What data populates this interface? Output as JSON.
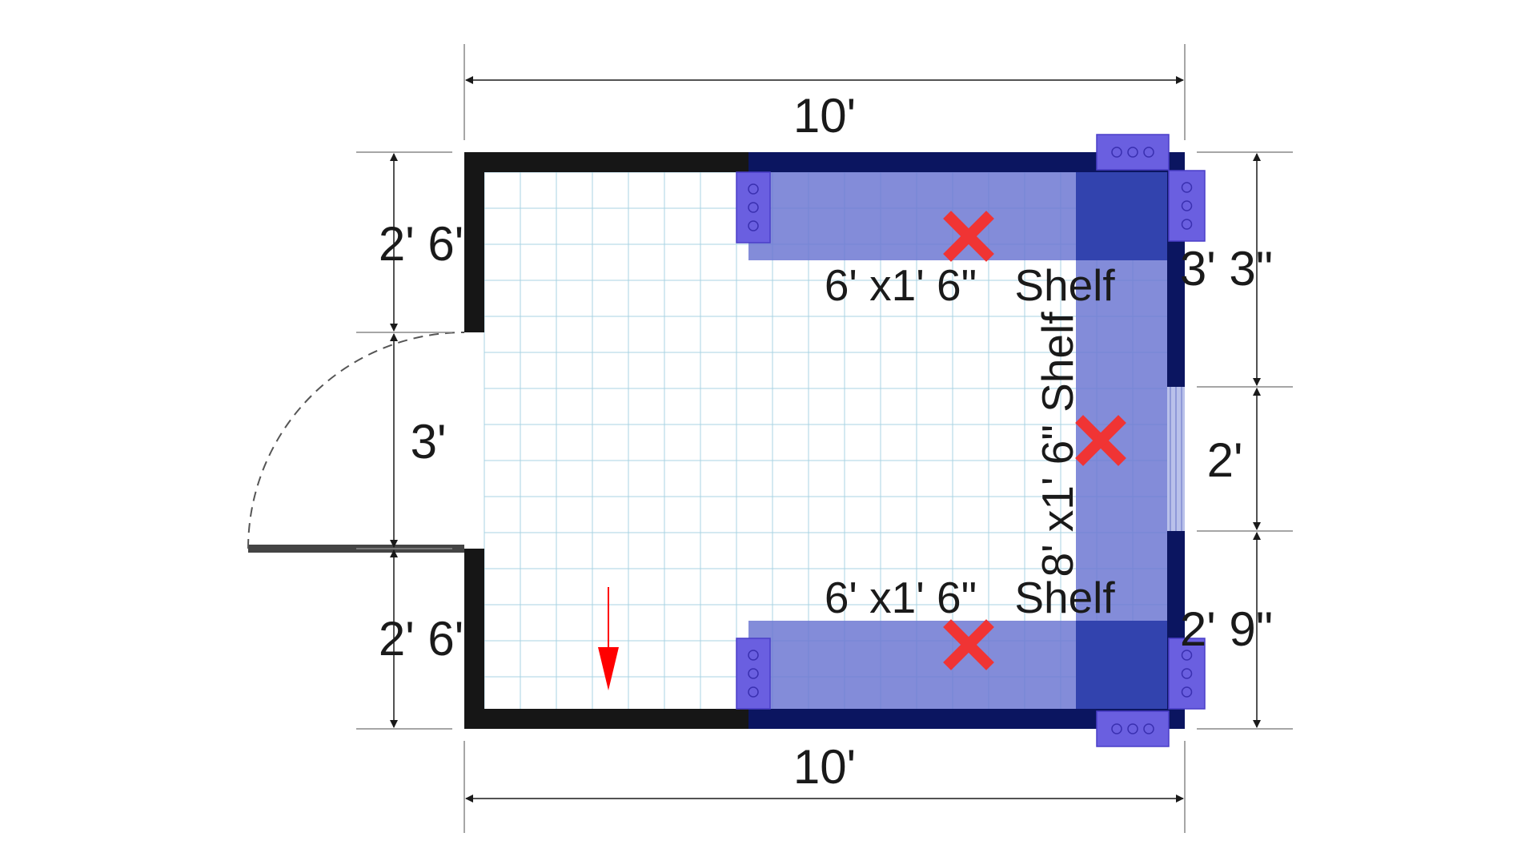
{
  "colors": {
    "wall": "#161616",
    "shelf_wall": "#0b1560",
    "shelf_fill": "#6d78d2",
    "shelf_overlap": "#3243ae",
    "bracket": "#6a5fe0",
    "grid_line": "#a9d3e3",
    "marker": "#f03434",
    "arrow": "#ff0000",
    "door": "#444444"
  },
  "dimensions": {
    "top_width": "10'",
    "bottom_width": "10'",
    "left_upper": "2' 6'",
    "left_door": "3'",
    "left_lower": "2' 6'",
    "right_upper": "3' 3\"",
    "right_window": "2'",
    "right_lower": "2' 9\""
  },
  "shelves": {
    "top_label_size": "6' x1' 6\"",
    "top_label_name": "Shelf",
    "right_label": "8' x1' 6\"  Shelf",
    "bottom_label_size": "6' x1' 6\"",
    "bottom_label_name": "Shelf"
  },
  "icons": {
    "marker": "x-mark-icon",
    "bracket": "bracket-icon",
    "arrow": "down-arrow-icon",
    "door": "door-swing-icon",
    "window": "window-icon"
  }
}
